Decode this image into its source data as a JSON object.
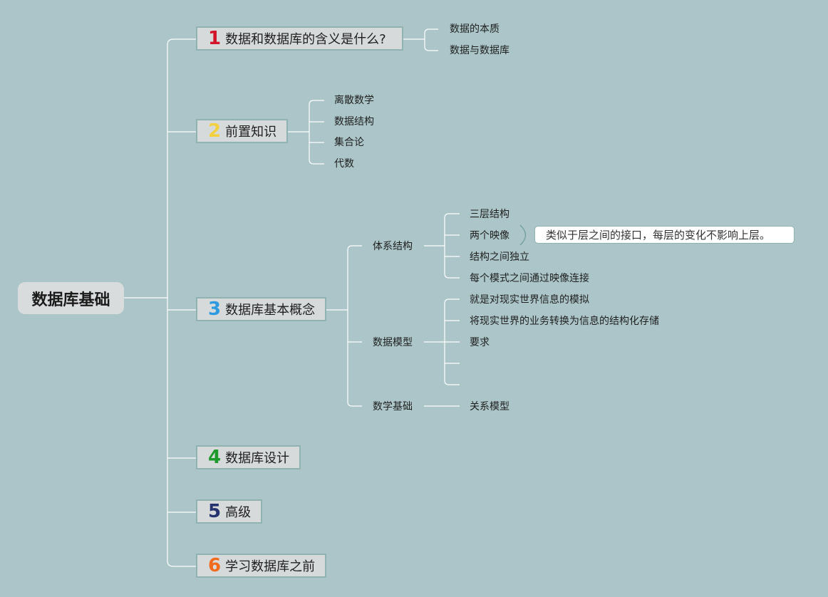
{
  "root": "数据库基础",
  "colors": {
    "background": "#abc5c8",
    "n1": "#d2152a",
    "n2": "#f3d03e",
    "n3": "#2e9be0",
    "n4": "#1e9a2c",
    "n5": "#24326e",
    "n6": "#f26a1b"
  },
  "topics": [
    {
      "num": "1",
      "label": "数据和数据库的含义是什么?",
      "children": [
        "数据的本质",
        "数据与数据库"
      ]
    },
    {
      "num": "2",
      "label": "前置知识",
      "children": [
        "离散数学",
        "数据结构",
        "集合论",
        "代数"
      ]
    },
    {
      "num": "3",
      "label": "数据库基本概念",
      "sub": [
        {
          "label": "体系结构",
          "children": [
            "三层结构",
            "两个映像",
            "结构之间独立",
            "每个模式之间通过映像连接"
          ]
        },
        {
          "label": "数据模型",
          "children": [
            "就是对现实世界信息的模拟",
            "将现实世界的业务转换为信息的结构化存储",
            "要求"
          ]
        },
        {
          "label": "数学基础",
          "children": [
            "关系模型"
          ]
        }
      ],
      "note": "类似于层之间的接口，每层的变化不影响上层。"
    },
    {
      "num": "4",
      "label": "数据库设计"
    },
    {
      "num": "5",
      "label": "高级"
    },
    {
      "num": "6",
      "label": "学习数据库之前"
    }
  ]
}
